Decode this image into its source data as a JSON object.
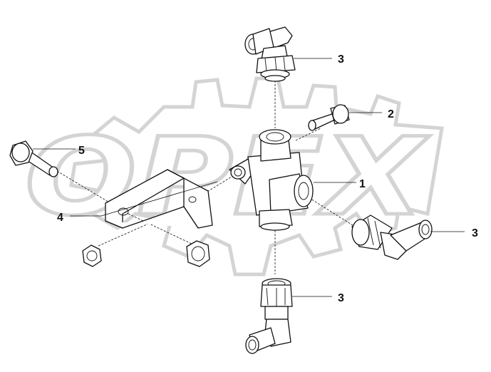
{
  "watermark": {
    "text": "OPEX"
  },
  "corner_ref": "",
  "callouts": [
    {
      "id": "c3-top",
      "label": "3"
    },
    {
      "id": "c2",
      "label": "2"
    },
    {
      "id": "c5",
      "label": "5"
    },
    {
      "id": "c1",
      "label": "1"
    },
    {
      "id": "c4",
      "label": "4"
    },
    {
      "id": "c3-right",
      "label": "3"
    },
    {
      "id": "c3-bottom",
      "label": "3"
    }
  ]
}
